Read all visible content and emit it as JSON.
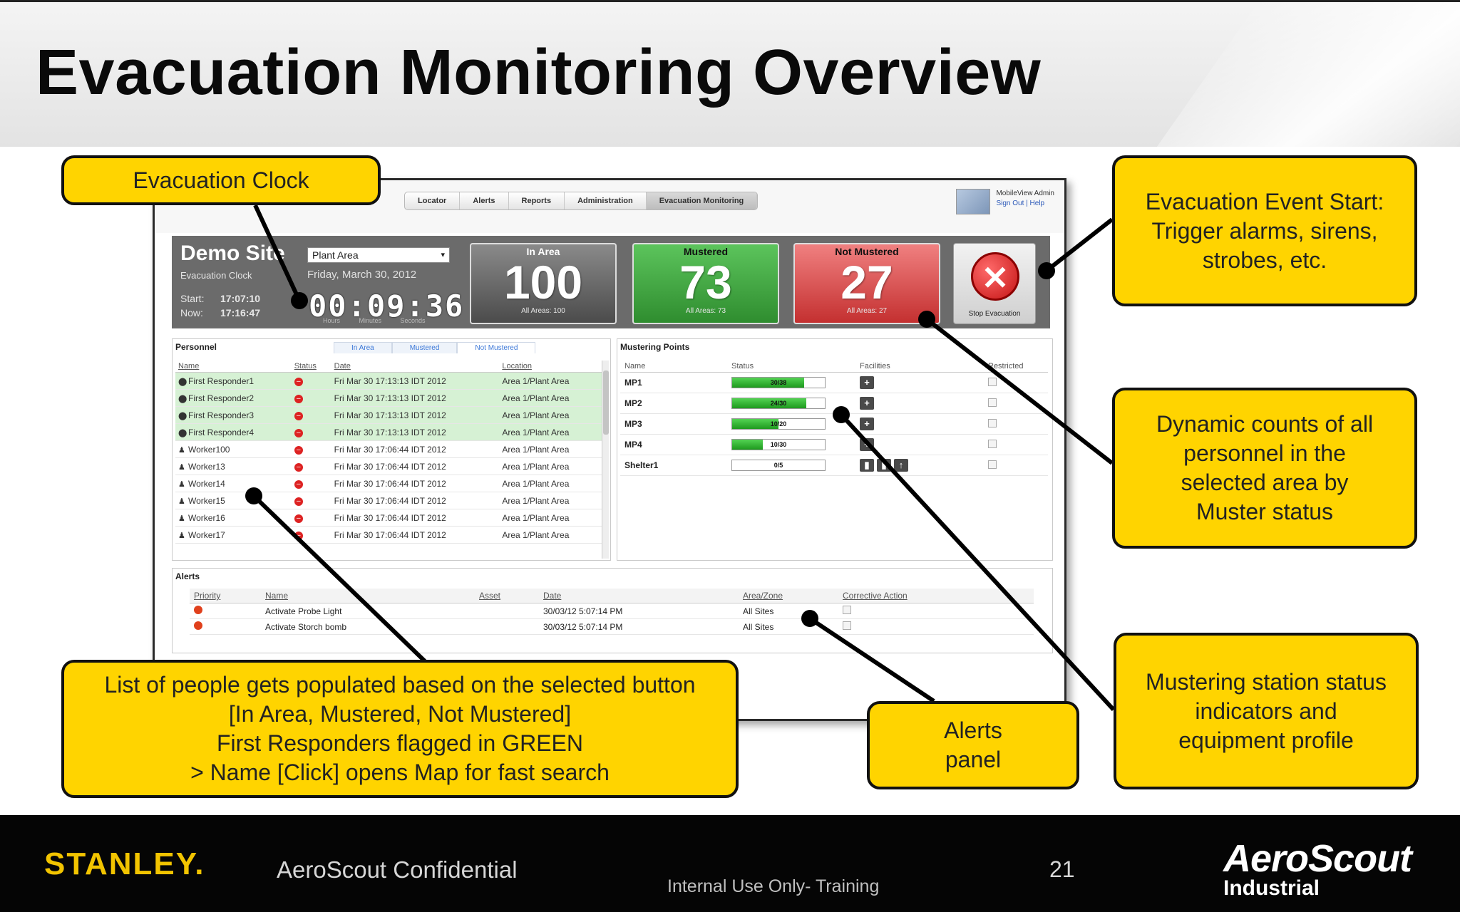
{
  "slide": {
    "title": "Evacuation Monitoring Overview"
  },
  "app": {
    "tabs": [
      "Locator",
      "Alerts",
      "Reports",
      "Administration",
      "Evacuation Monitoring"
    ],
    "active_tab": "Evacuation Monitoring",
    "user": {
      "name": "MobileView Admin",
      "signout": "Sign Out",
      "help": "Help"
    },
    "site": {
      "name": "Demo Site",
      "clock_label": "Evacuation Clock",
      "area_select": "Plant Area",
      "date": "Friday, March 30, 2012",
      "start_label": "Start:",
      "start_time": "17:07:10",
      "now_label": "Now:",
      "now_time": "17:16:47",
      "clock": "00:09:36",
      "clock_units": "Hours Minutes Seconds"
    },
    "counts": {
      "in_area": {
        "title": "In Area",
        "value": "100",
        "sub": "All Areas: 100"
      },
      "mustered": {
        "title": "Mustered",
        "value": "73",
        "sub": "All Areas: 73"
      },
      "not_mustered": {
        "title": "Not Mustered",
        "value": "27",
        "sub": "All Areas: 27"
      },
      "stop_label": "Stop Evacuation"
    },
    "personnel": {
      "title": "Personnel",
      "tabs": [
        "In Area",
        "Mustered",
        "Not Mustered"
      ],
      "columns": [
        "Name",
        "Status",
        "Date",
        "Location"
      ],
      "rows": [
        {
          "name": "First Responder1",
          "date": "Fri Mar 30 17:13:13 IDT 2012",
          "location": "Area 1/Plant Area"
        },
        {
          "name": "First Responder2",
          "date": "Fri Mar 30 17:13:13 IDT 2012",
          "location": "Area 1/Plant Area"
        },
        {
          "name": "First Responder3",
          "date": "Fri Mar 30 17:13:13 IDT 2012",
          "location": "Area 1/Plant Area"
        },
        {
          "name": "First Responder4",
          "date": "Fri Mar 30 17:13:13 IDT 2012",
          "location": "Area 1/Plant Area"
        },
        {
          "name": "Worker100",
          "date": "Fri Mar 30 17:06:44 IDT 2012",
          "location": "Area 1/Plant Area"
        },
        {
          "name": "Worker13",
          "date": "Fri Mar 30 17:06:44 IDT 2012",
          "location": "Area 1/Plant Area"
        },
        {
          "name": "Worker14",
          "date": "Fri Mar 30 17:06:44 IDT 2012",
          "location": "Area 1/Plant Area"
        },
        {
          "name": "Worker15",
          "date": "Fri Mar 30 17:06:44 IDT 2012",
          "location": "Area 1/Plant Area"
        },
        {
          "name": "Worker16",
          "date": "Fri Mar 30 17:06:44 IDT 2012",
          "location": "Area 1/Plant Area"
        },
        {
          "name": "Worker17",
          "date": "Fri Mar 30 17:06:44 IDT 2012",
          "location": "Area 1/Plant Area"
        }
      ]
    },
    "mustering": {
      "title": "Mustering Points",
      "columns": [
        "Name",
        "Status",
        "Facilities",
        "Restricted"
      ],
      "rows": [
        {
          "name": "MP1",
          "bar": "30/38",
          "fill": 0.78
        },
        {
          "name": "MP2",
          "bar": "24/30",
          "fill": 0.8
        },
        {
          "name": "MP3",
          "bar": "10/20",
          "fill": 0.5
        },
        {
          "name": "MP4",
          "bar": "10/30",
          "fill": 0.33
        },
        {
          "name": "Shelter1",
          "bar": "0/5",
          "fill": 0
        }
      ]
    },
    "alerts": {
      "title": "Alerts",
      "columns": [
        "Priority",
        "Name",
        "Asset",
        "Date",
        "Area/Zone",
        "Corrective Action"
      ],
      "rows": [
        {
          "name": "Activate Probe Light",
          "date": "30/03/12 5:07:14 PM",
          "zone": "All Sites"
        },
        {
          "name": "Activate Storch bomb",
          "date": "30/03/12 5:07:14 PM",
          "zone": "All Sites"
        }
      ]
    }
  },
  "callouts": {
    "clock": "Evacuation Clock",
    "event_start": "Evacuation Event Start:\nTrigger alarms, sirens,\nstrobes, etc.",
    "counts": "Dynamic counts of all\npersonnel in the\nselected area by\nMuster status",
    "muster": "Mustering station status\nindicators and\nequipment profile",
    "alerts": "Alerts\npanel",
    "list": "List of people gets populated based on the selected button\n[In Area, Mustered, Not Mustered]\nFirst Responders flagged in GREEN\n> Name [Click] opens Map for fast search"
  },
  "footer": {
    "brand": "STANLEY.",
    "confidential": "AeroScout Confidential",
    "internal": "Internal Use Only- Training",
    "page": "21",
    "logo": "AeroScout",
    "logo_sub": "Industrial"
  },
  "colors": {
    "callout": "#ffd400",
    "mustered": "#2f8d2f",
    "not_mustered": "#c43030",
    "first_responder_row": "#d6f1d4"
  }
}
